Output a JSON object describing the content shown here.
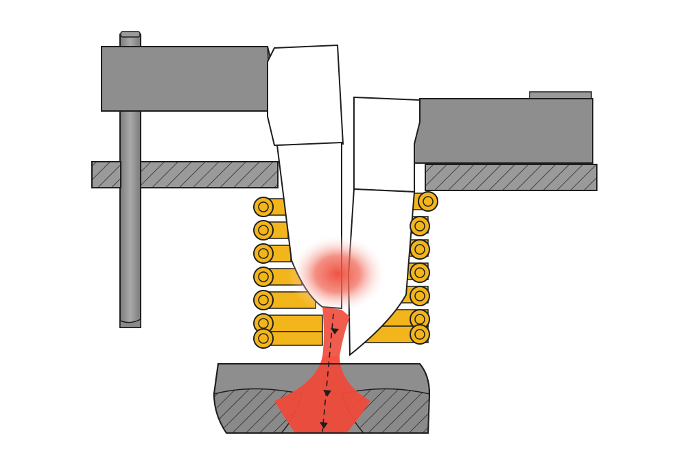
{
  "diagram": {
    "type": "cross-section illustration (unlabeled)",
    "components": [
      "left-clamp-block",
      "right-clamp-block",
      "guide-rod",
      "left-support-plate",
      "right-support-plate",
      "left-electrode",
      "right-electrode",
      "induction-coil",
      "workpiece",
      "molten-flow-with-arrows"
    ]
  },
  "colors": {
    "steel_gray": "#8e8e8e",
    "steel_dark": "#6f6f6f",
    "outline": "#1e1e1e",
    "electrode_white": "#ffffff",
    "coil_gold": "#f2b51c",
    "coil_dark": "#b9860a",
    "heat_red": "#ee4a3a",
    "heat_glow": "#f8b0a8",
    "background": "#ffffff"
  }
}
